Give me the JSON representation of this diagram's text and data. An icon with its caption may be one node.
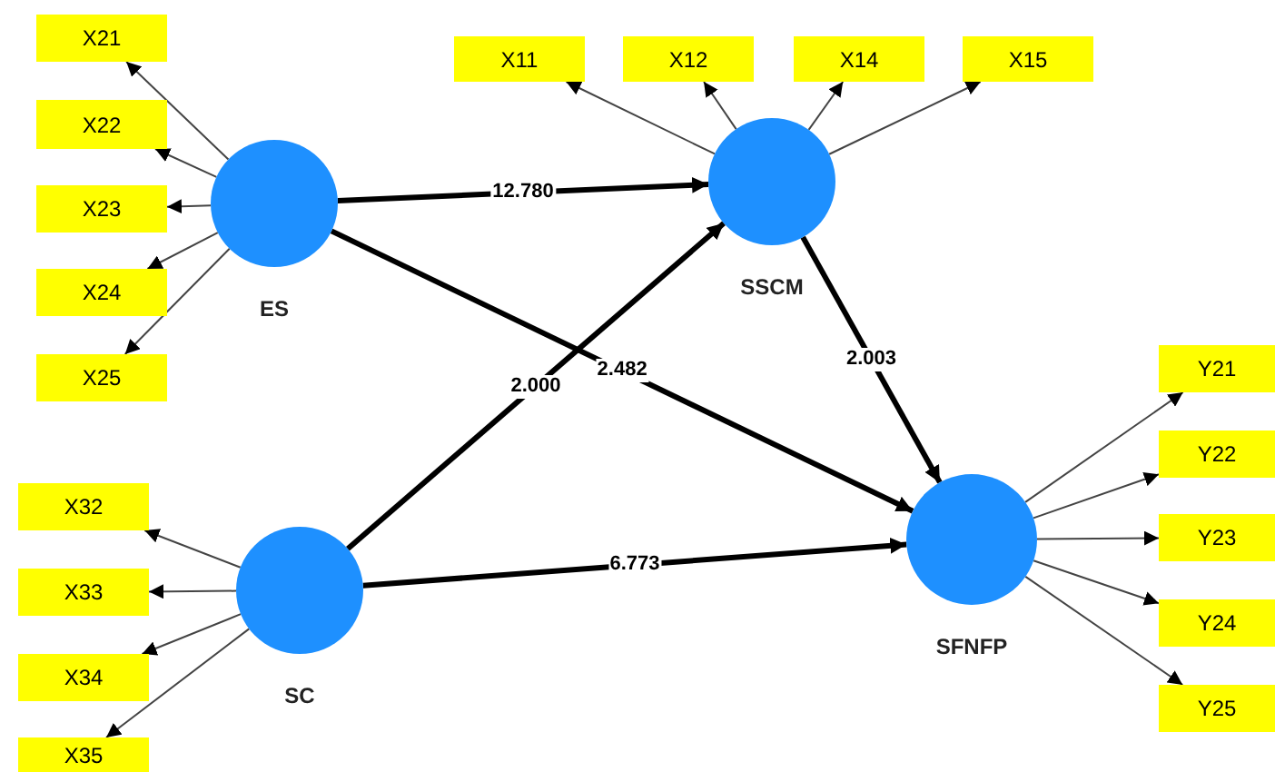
{
  "diagram": {
    "nodes": [
      {
        "text": [
          "X11"
        ]
      },
      {
        "text": [
          "X12"
        ]
      },
      {
        "text": [
          "X14"
        ]
      },
      {
        "text": [
          "X15"
        ]
      },
      {
        "text": [
          "X21"
        ]
      },
      {
        "text": [
          "X22"
        ]
      },
      {
        "text": [
          "X23"
        ]
      },
      {
        "text": [
          "X24"
        ]
      },
      {
        "text": [
          "X25"
        ]
      },
      {
        "text": [
          "ES"
        ]
      },
      {
        "text": [
          "SSCM"
        ]
      },
      {
        "text": [
          "SC"
        ]
      },
      {
        "text": [
          "SFNFP"
        ]
      },
      {
        "text": [
          "X32"
        ]
      },
      {
        "text": [
          "X33"
        ]
      },
      {
        "text": [
          "X34"
        ]
      },
      {
        "text": [
          "X35"
        ]
      },
      {
        "text": [
          "Y21"
        ]
      },
      {
        "text": [
          "Y22"
        ]
      },
      {
        "text": [
          "Y23"
        ]
      },
      {
        "text": [
          "Y24"
        ]
      },
      {
        "text": [
          "Y25"
        ]
      }
    ],
    "edges": [
      {
        "from": 9,
        "to": 4,
        "arrow": "to"
      },
      {
        "from": 9,
        "to": 5,
        "arrow": "to"
      },
      {
        "from": 9,
        "to": 6,
        "arrow": "to"
      },
      {
        "from": 9,
        "to": 7,
        "arrow": "to"
      },
      {
        "from": 9,
        "to": 8,
        "arrow": "to"
      },
      {
        "from": 10,
        "to": 0,
        "arrow": "to"
      },
      {
        "from": 10,
        "to": 1,
        "arrow": "to"
      },
      {
        "from": 10,
        "to": 2,
        "arrow": "to"
      },
      {
        "from": 10,
        "to": 3,
        "arrow": "to"
      },
      {
        "from": 11,
        "to": 13,
        "arrow": "to"
      },
      {
        "from": 11,
        "to": 14,
        "arrow": "to"
      },
      {
        "from": 11,
        "to": 15,
        "arrow": "to"
      },
      {
        "from": 11,
        "to": 16,
        "arrow": "to"
      },
      {
        "from": 12,
        "to": 17,
        "arrow": "to"
      },
      {
        "from": 12,
        "to": 18,
        "arrow": "to"
      },
      {
        "from": 12,
        "to": 19,
        "arrow": "to"
      },
      {
        "from": 12,
        "to": 20,
        "arrow": "to"
      },
      {
        "from": 12,
        "to": 21,
        "arrow": "to"
      },
      {
        "from": 9,
        "to": 10,
        "arrow": "to",
        "label": "12.780",
        "style": "thick"
      },
      {
        "from": 9,
        "to": 12,
        "arrow": "to",
        "label": "2.482",
        "style": "thick"
      },
      {
        "from": 11,
        "to": 10,
        "arrow": "to",
        "label": "2.000",
        "style": "thick"
      },
      {
        "from": 10,
        "to": 12,
        "arrow": "to",
        "label": "2.003",
        "style": "thick"
      },
      {
        "from": 11,
        "to": 12,
        "arrow": "to",
        "label": "6.773",
        "style": "thick"
      }
    ]
  }
}
